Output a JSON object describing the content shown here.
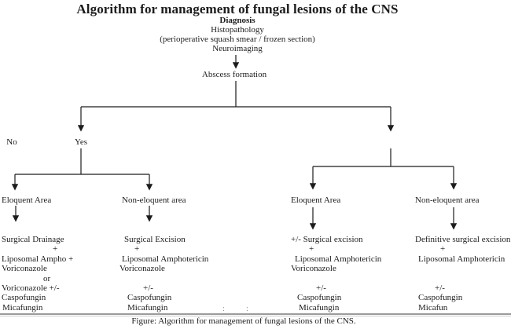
{
  "title": "Algorithm for management of fungal lesions of the CNS",
  "header": {
    "diagnosis": "Diagnosis",
    "histopathology": "Histopathology",
    "frozen_section": "(perioperative squash smear / frozen section)",
    "neuroimaging": "Neuroimaging"
  },
  "decision": {
    "root": "Abscess formation",
    "yes": "Yes",
    "no": "No"
  },
  "areas": {
    "yes_eloquent": "Eloquent Area",
    "yes_non_eloquent": "Non-eloquent area",
    "no_eloquent": "Eloquent Area",
    "no_non_eloquent": "Non-eloquent area"
  },
  "treatments": {
    "yes_eloquent": [
      "Surgical Drainage",
      "+",
      "Liposomal Ampho +",
      "Voriconazole",
      "or",
      "Voriconazole +/-",
      "Caspofungin",
      "Micafungin"
    ],
    "yes_non_eloquent": [
      "Surgical Excision",
      "+",
      "Liposomal Amphotericin",
      "Voriconazole",
      "",
      "+/-",
      "Caspofungin",
      "Micafungin"
    ],
    "no_eloquent": [
      "+/- Surgical excision",
      "+",
      "Liposomal Amphotericin",
      "Voriconazole",
      "",
      "+/-",
      "Caspofungin",
      "Micafungin"
    ],
    "no_non_eloquent": [
      "Definitive surgical excision",
      "+",
      "Liposomal Amphotericin",
      "",
      "",
      "+/-",
      "Caspofungin",
      "Micafun"
    ]
  },
  "artifacts": {
    "colon_left": ":",
    "colon_right": ":"
  },
  "caption": "Figure: Algorithm for management of fungal lesions of the CNS.",
  "colors": {
    "ink": "#1c1c1c",
    "divider_dark": "#7a7a7a",
    "divider_light": "#c9c9c9",
    "artifact_gray": "#8a8a8a"
  }
}
